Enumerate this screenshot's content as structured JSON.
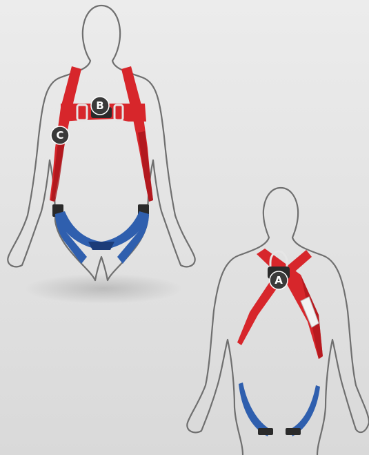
{
  "illustration": {
    "colors": {
      "background_top": "#ececec",
      "background_bottom": "#d9d9d9",
      "outline": "#6f6f6f",
      "strap_red": "#d7262b",
      "strap_red_dark": "#a9151b",
      "strap_red_light": "#ef5a5e",
      "strap_blue": "#2f5fae",
      "strap_blue_dark": "#1c3c78",
      "buckle": "#2a2a2a",
      "metal": "#e6e6e6",
      "marker_bg": "#3a3a3a",
      "marker_text": "#ffffff"
    },
    "markers": [
      {
        "id": "A",
        "label": "A"
      },
      {
        "id": "B",
        "label": "B"
      },
      {
        "id": "C",
        "label": "C"
      }
    ]
  }
}
